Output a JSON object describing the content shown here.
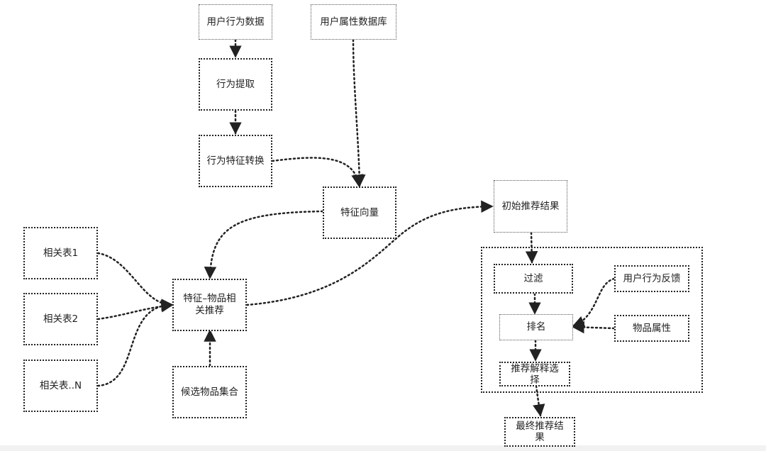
{
  "nodes": {
    "user_behavior_data": "用户行为数据",
    "user_attr_db": "用户属性数据库",
    "behavior_extract": "行为提取",
    "behavior_feature_transform": "行为特征转换",
    "feature_vector": "特征向量",
    "initial_result": "初始推荐结果",
    "related_table_1": "相关表1",
    "related_table_2": "相关表2",
    "related_table_n": "相关表..N",
    "feature_item_recommend": "特征–物品相关推荐",
    "candidate_items": "候选物品集合",
    "filter": "过滤",
    "user_feedback": "用户行为反馈",
    "rank": "排名",
    "item_attributes": "物品属性",
    "explain_select": "推荐解释选择",
    "final_result": "最终推荐结果"
  }
}
